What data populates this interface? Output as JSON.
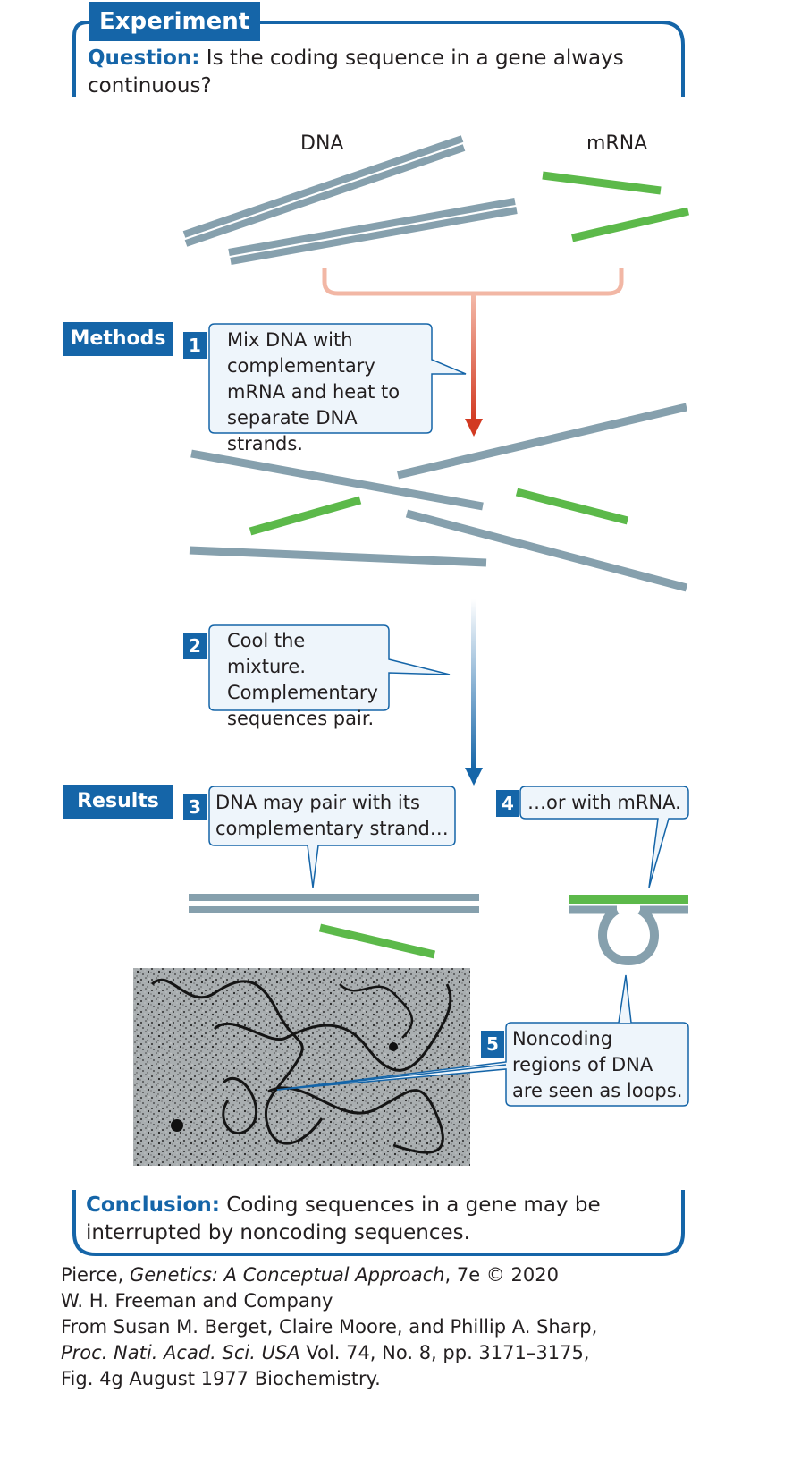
{
  "header": {
    "title": "Experiment",
    "question_label": "Question:",
    "question_text": "Is the coding sequence in a gene always continuous?"
  },
  "labels": {
    "dna": "DNA",
    "mrna": "mRNA"
  },
  "sections": {
    "methods": "Methods",
    "results": "Results"
  },
  "steps": [
    {
      "num": "1",
      "text": "Mix DNA with complementary mRNA and heat to separate DNA strands."
    },
    {
      "num": "2",
      "text": "Cool the mixture. Complementary sequences pair."
    },
    {
      "num": "3",
      "text": "DNA may pair with its complementary strand…"
    },
    {
      "num": "4",
      "text": "…or with mRNA."
    },
    {
      "num": "5",
      "text": "Noncoding regions of DNA are seen as loops."
    }
  ],
  "conclusion": {
    "label": "Conclusion:",
    "text": "Coding sequences in a gene may be interrupted by noncoding sequences."
  },
  "credits": {
    "line1_pre": "Pierce, ",
    "line1_title": "Genetics: A Conceptual Approach",
    "line1_post": ", 7e © 2020",
    "line2": "W. H. Freeman and Company",
    "line3": "From Susan M. Berget, Claire Moore, and Phillip A. Sharp,",
    "line4_journal": "Proc. Nati. Acad. Sci. USA",
    "line4_post": " Vol. 74, No. 8, pp. 3171–3175,",
    "line5": "Fig. 4g August 1977 Biochemistry."
  },
  "colors": {
    "accent_blue": "#1565a8",
    "dna_gray": "#86a0ad",
    "mrna_green": "#5cb94a",
    "heat_arrow_red": "#d9432c",
    "bracket_pink": "#f2b7a5",
    "callout_fill": "#eef5fb"
  }
}
